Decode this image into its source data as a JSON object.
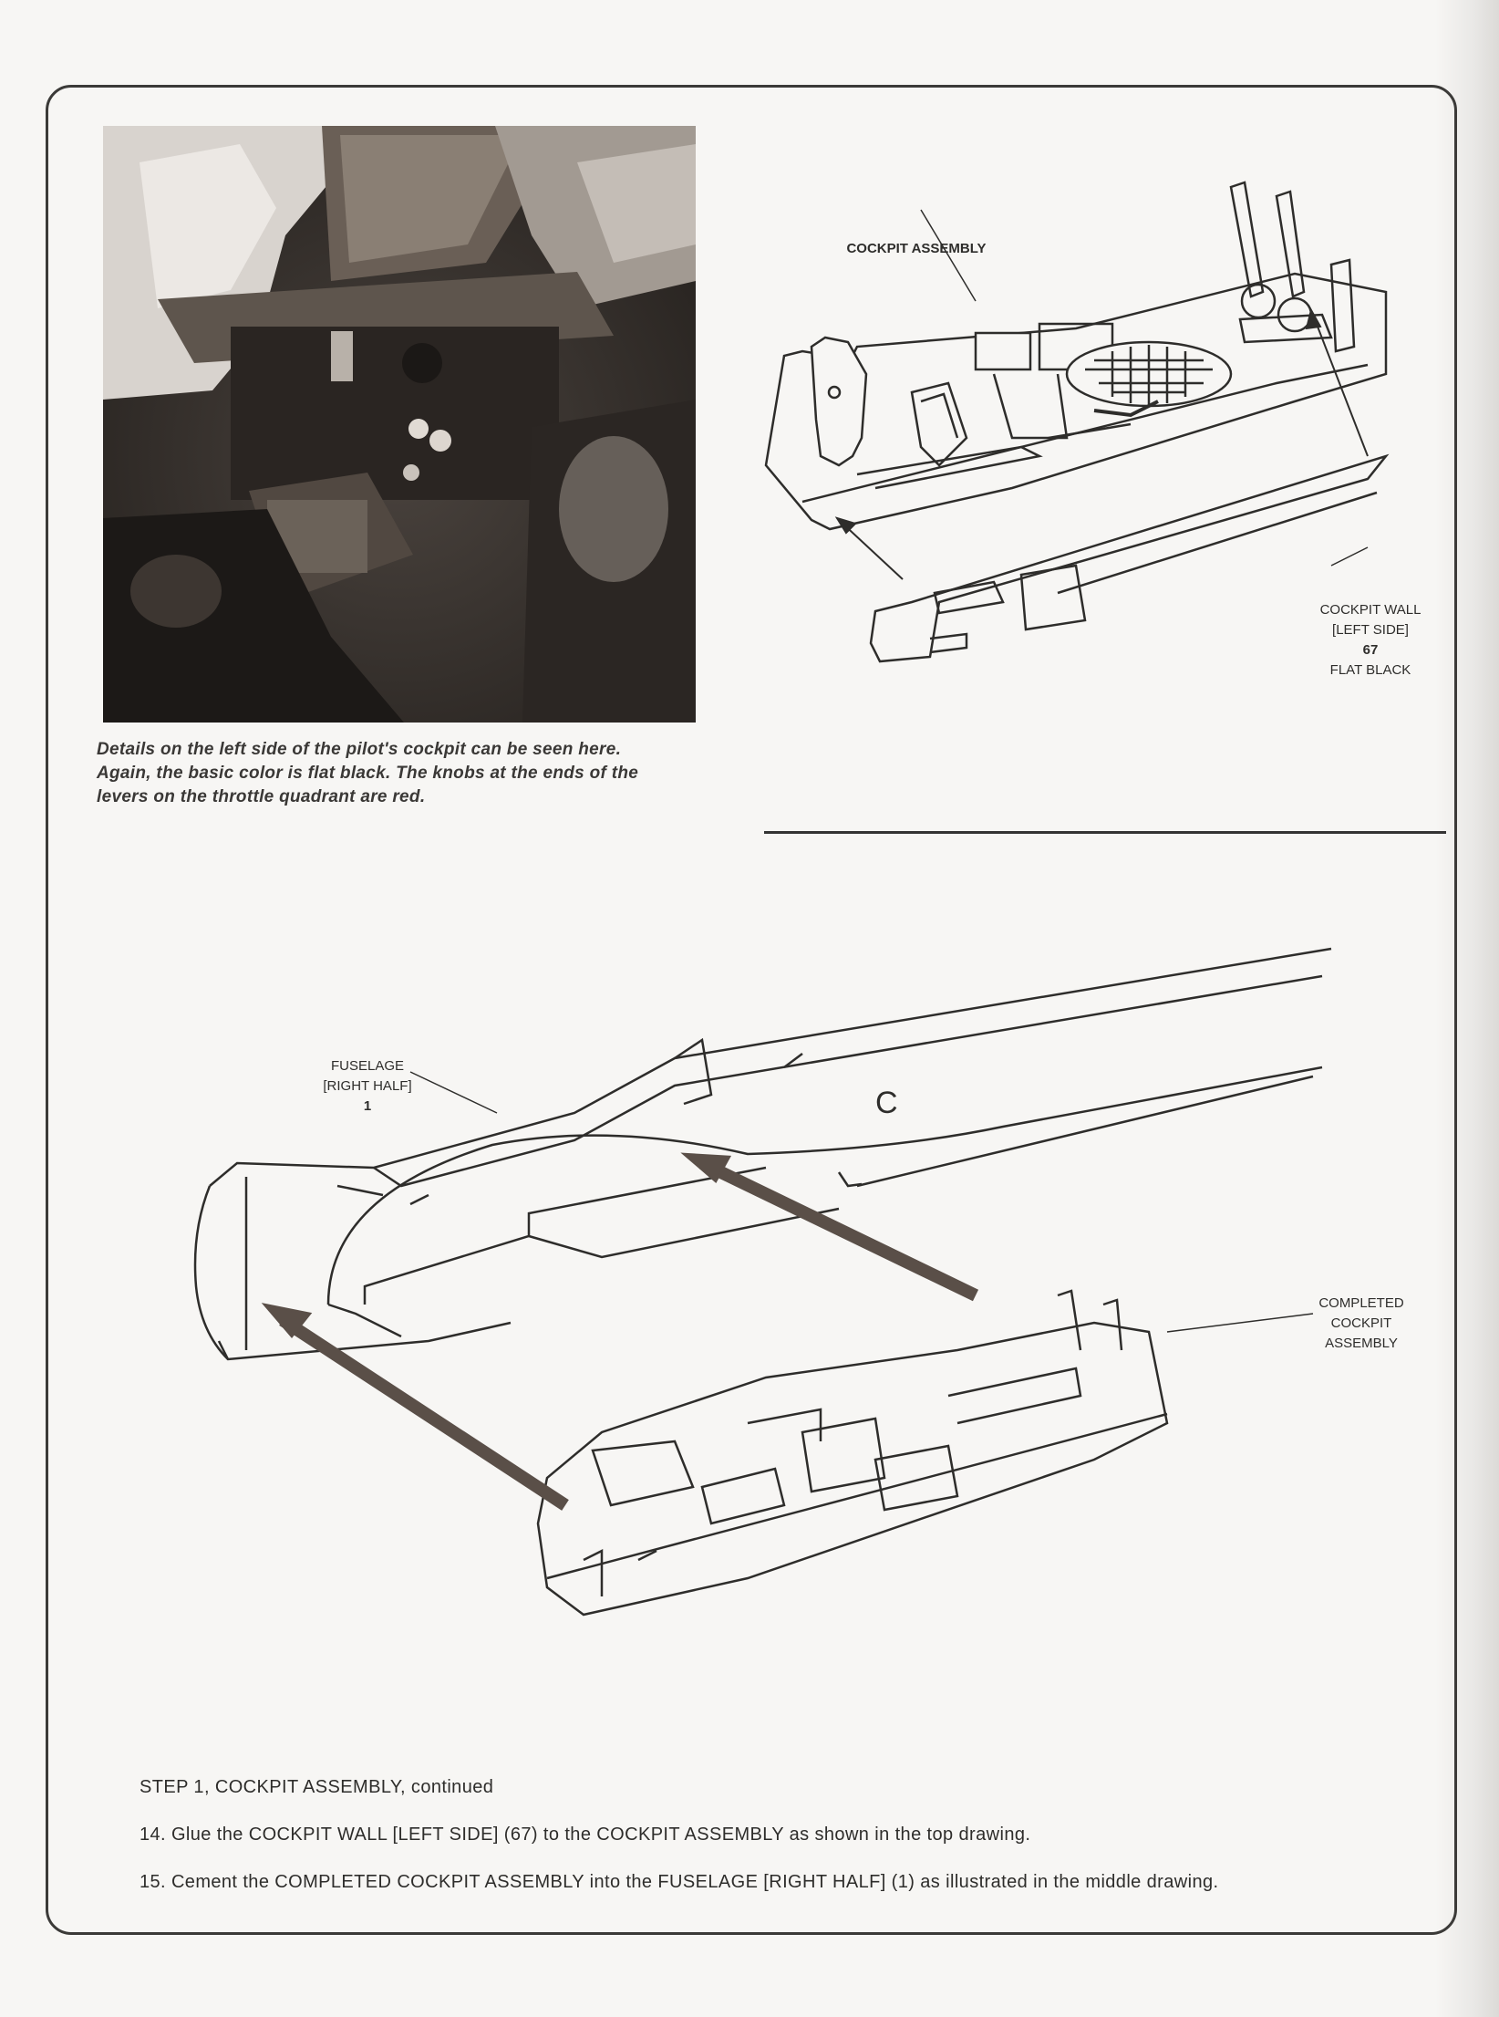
{
  "photo": {
    "caption_lines": [
      "Details on the left side of the pilot's cockpit can be seen here.",
      "Again, the basic color is flat black.  The knobs at the ends of the",
      "levers on the throttle quadrant are red."
    ]
  },
  "top_drawing": {
    "cockpit_assembly_label": "COCKPIT ASSEMBLY",
    "cockpit_wall_label": [
      "COCKPIT WALL",
      "[LEFT SIDE]",
      "67",
      "FLAT BLACK"
    ]
  },
  "middle_drawing": {
    "fuselage_label": [
      "FUSELAGE",
      "[RIGHT HALF]",
      "1"
    ],
    "completed_label": [
      "COMPLETED",
      "COCKPIT",
      "ASSEMBLY"
    ],
    "fuselage_mark": "C"
  },
  "instructions": {
    "heading": "STEP 1, COCKPIT ASSEMBLY, continued",
    "step14": "14.  Glue the COCKPIT WALL [LEFT SIDE] (67) to the COCKPIT ASSEMBLY as shown in the top drawing.",
    "step15": "15.  Cement the COMPLETED COCKPIT ASSEMBLY into the FUSELAGE [RIGHT HALF] (1) as illustrated in the middle drawing."
  },
  "colors": {
    "ink": "#2e2d2b",
    "paper": "#f7f6f4",
    "arrow": "#5a4f48",
    "photo_dark": "#3a3531"
  }
}
